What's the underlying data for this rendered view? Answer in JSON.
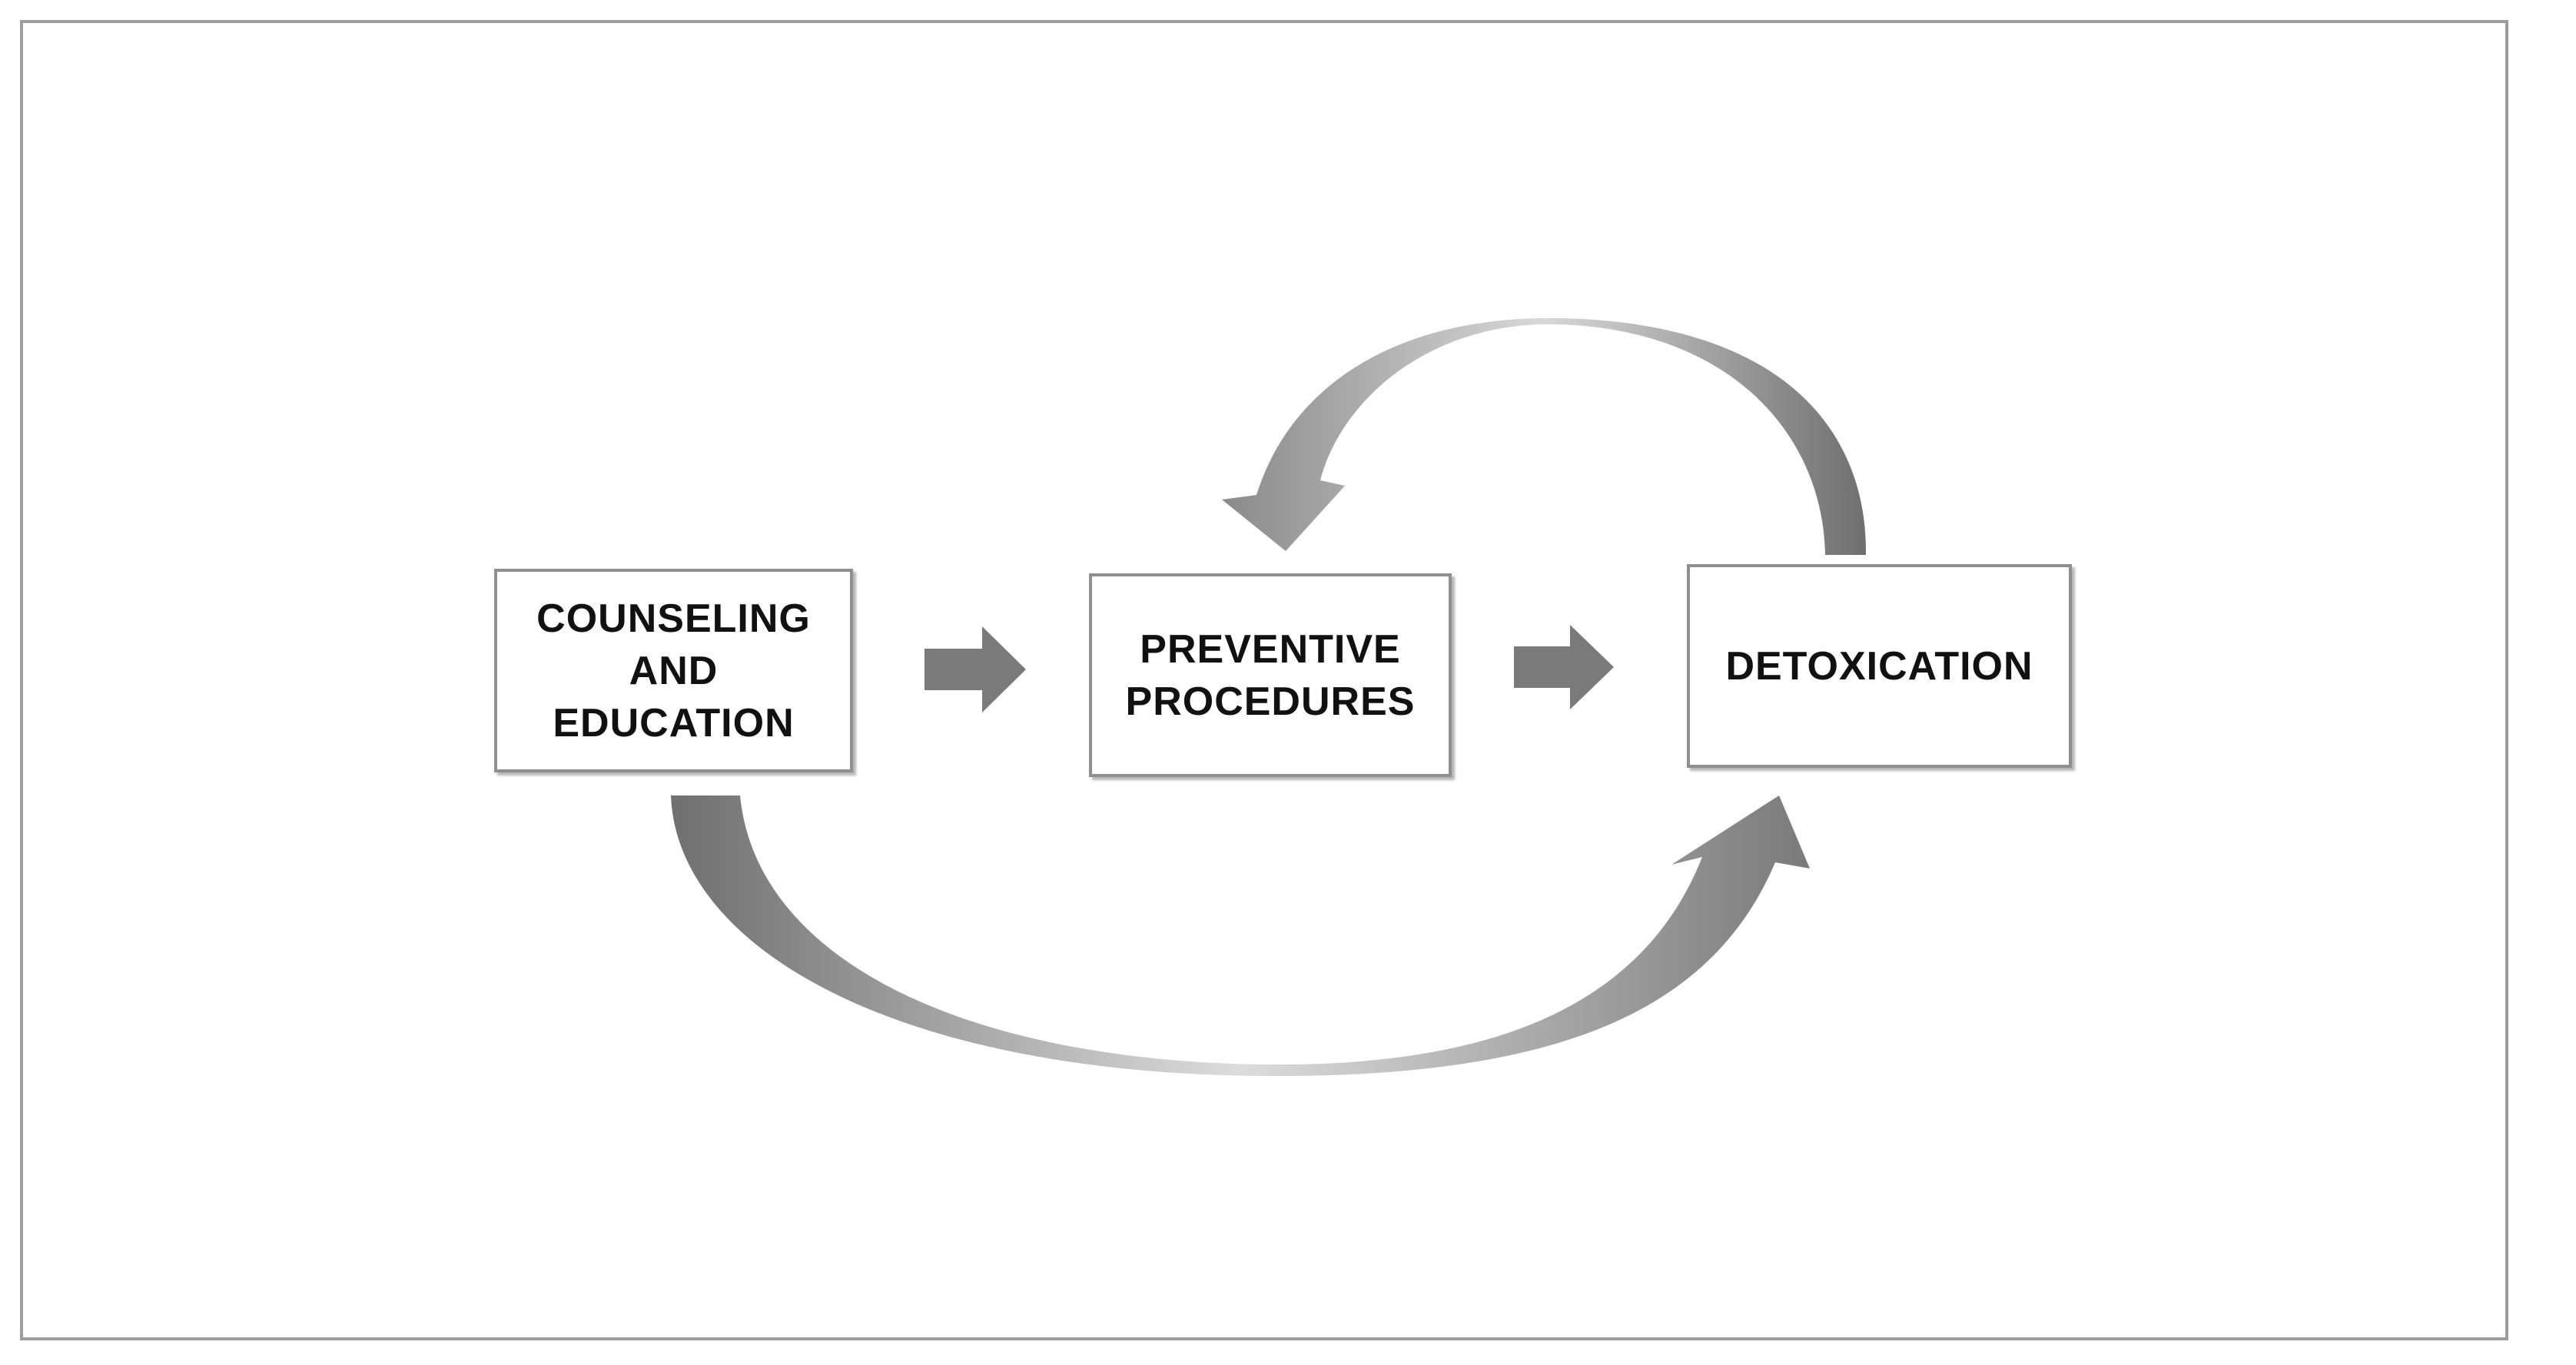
{
  "diagram": {
    "nodes": [
      {
        "id": "counseling",
        "label": "COUNSELING\nAND\nEDUCATION"
      },
      {
        "id": "preventive",
        "label": "PREVENTIVE\nPROCEDURES"
      },
      {
        "id": "detoxication",
        "label": "DETOXICATION"
      }
    ],
    "edges": [
      {
        "from": "counseling",
        "to": "preventive",
        "style": "straight"
      },
      {
        "from": "preventive",
        "to": "detoxication",
        "style": "straight"
      },
      {
        "from": "detoxication",
        "to": "preventive",
        "style": "curved-over"
      },
      {
        "from": "counseling",
        "to": "detoxication",
        "style": "curved-under"
      }
    ],
    "colors": {
      "arrow": "#7a7a7a",
      "box_border": "#8f8f8f",
      "frame_border": "#9d9d9d",
      "text": "#111111"
    }
  }
}
